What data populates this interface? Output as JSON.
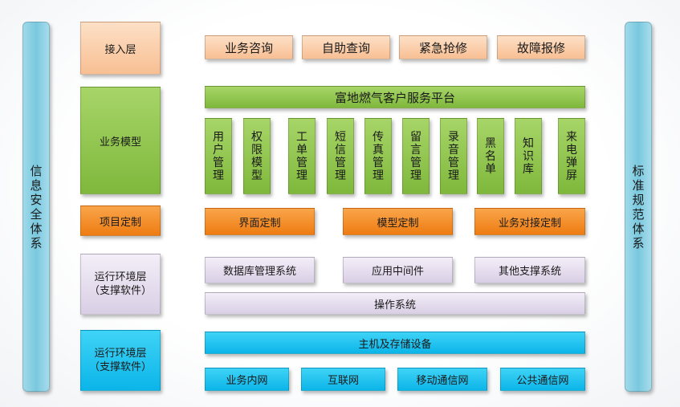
{
  "left_pillar": "信息安全体系",
  "right_pillar": "标准规范体系",
  "layers": {
    "access": "接入层",
    "business_model": "业务模型",
    "customization": "项目定制",
    "runtime_1": [
      "运行环境层",
      "（支撑软件）"
    ],
    "runtime_2": [
      "运行环境层",
      "（支撑软件）"
    ]
  },
  "access_items": [
    "业务咨询",
    "自助查询",
    "紧急抢修",
    "故障报修"
  ],
  "platform": "富地燃气客户服务平台",
  "modules": [
    "用户管理",
    "权限模型",
    "工单管理",
    "短信管理",
    "传真管理",
    "留言管理",
    "录音管理",
    "黑名单",
    "知识库",
    "来电弹屏"
  ],
  "custom_items": [
    "界面定制",
    "模型定制",
    "业务对接定制"
  ],
  "support_items": [
    "数据库管理系统",
    "应用中间件",
    "其他支撑系统"
  ],
  "os": "操作系统",
  "hardware": "主机及存储设备",
  "networks": [
    "业务内网",
    "互联网",
    "移动通信网",
    "公共通信网"
  ],
  "colors": {
    "pillar": "#8fd2e6",
    "access": "#f9c9a0",
    "business": "#8cc44a",
    "custom": "#f28b22",
    "support": "#ddd3e8",
    "hardware": "#16bdee"
  }
}
